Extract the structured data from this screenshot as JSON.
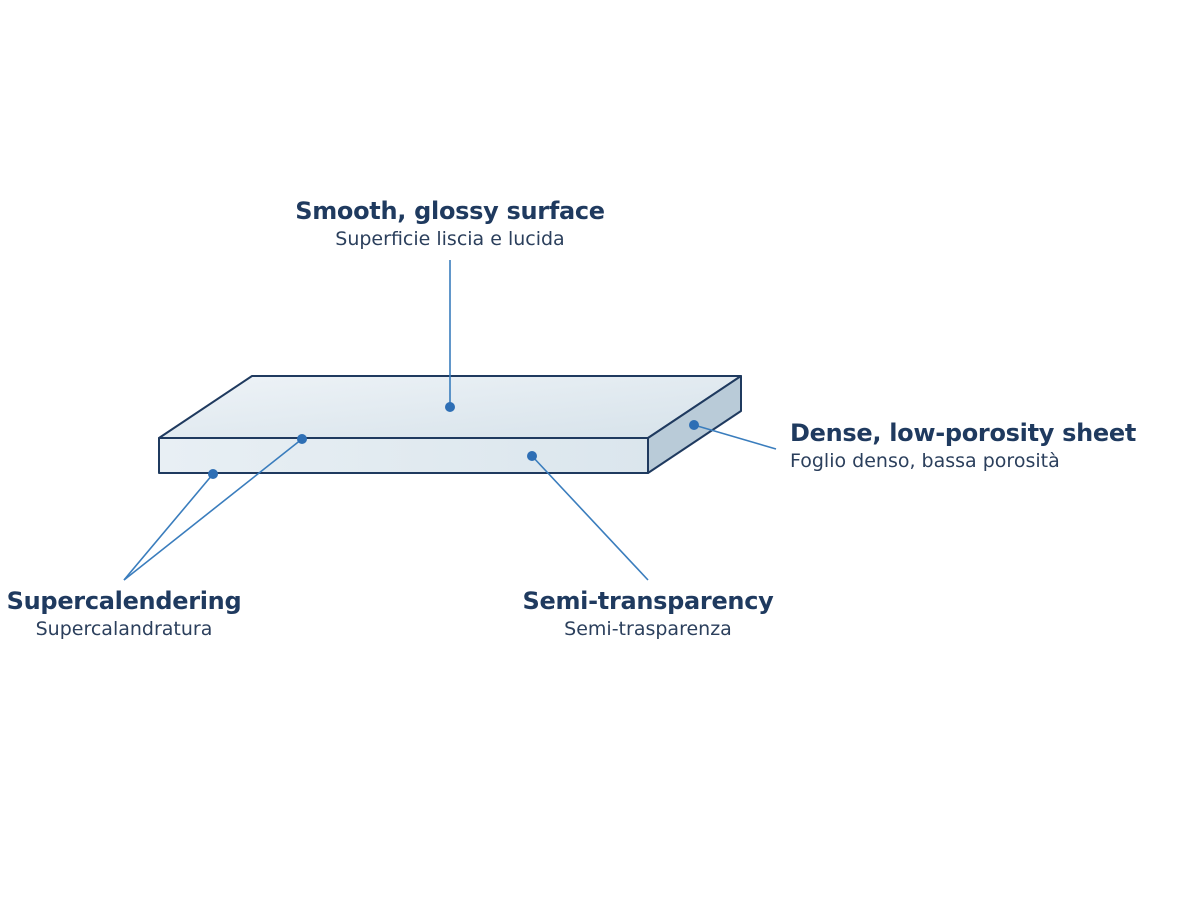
{
  "colors": {
    "outline": "#1f3a5f",
    "leader": "#3a7dbd",
    "dot": "#2e6fb5",
    "top_face": "#dde8ef",
    "front_face": "#e4ecf1",
    "side_face": "#b9cbd8"
  },
  "labels": {
    "surface": {
      "title": "Smooth, glossy surface",
      "subtitle": "Superficie liscia e lucida"
    },
    "dense": {
      "title": "Dense, low-porosity sheet",
      "subtitle": "Foglio denso, bassa porosità"
    },
    "supercal": {
      "title": "Supercalendering",
      "subtitle": "Supercalandratura"
    },
    "semi": {
      "title": "Semi-transparency",
      "subtitle": "Semi-trasparenza"
    }
  }
}
